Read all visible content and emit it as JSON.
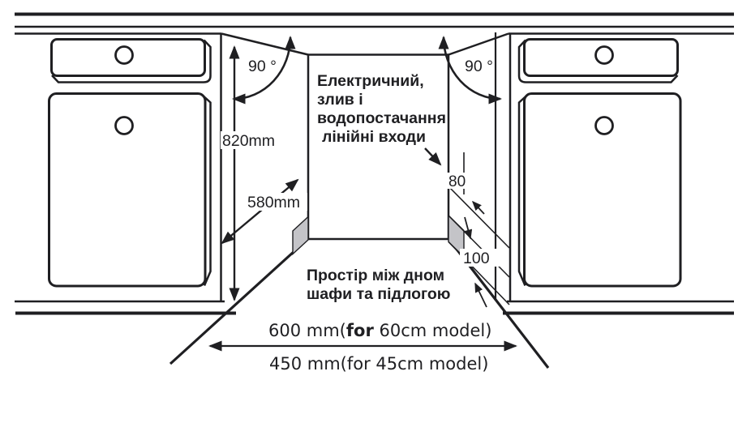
{
  "diagram": {
    "title_hint": "built-in dishwasher cabinet niche installation",
    "angle_left": "90 °",
    "angle_right": "90 °",
    "niche_height_label": "820mm",
    "niche_depth_label": "580mm",
    "inlet_note": {
      "line1": "Електричний,",
      "line2": "злив і",
      "line3": "водопостачання",
      "line4": "лінійні входи"
    },
    "gap_note": {
      "line1": "Простір між дном",
      "line2": "шафи та підлогою"
    },
    "cutout_width_label": "80",
    "cutout_height_label": "100",
    "width_60": {
      "prefix": "600 mm(",
      "bold": "for",
      "suffix": " 60cm model)"
    },
    "width_45": "450 mm(for 45cm model)",
    "colors": {
      "ink": "#1f1f22",
      "cutout_gray": "#c4c4c8",
      "background": "#ffffff"
    }
  }
}
